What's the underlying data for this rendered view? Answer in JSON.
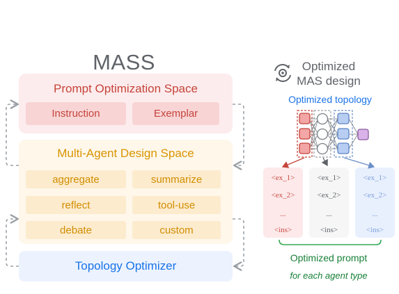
{
  "mass": {
    "title": "MASS",
    "prompt_space": {
      "title": "Prompt Optimization Space",
      "items": [
        "Instruction",
        "Exemplar"
      ]
    },
    "agent_space": {
      "title": "Multi-Agent Design Space",
      "items": [
        "aggregate",
        "summarize",
        "reflect",
        "tool-use",
        "debate",
        "custom"
      ]
    },
    "topology_optimizer": {
      "title": "Topology Optimizer"
    }
  },
  "optimized": {
    "title_line1": "Optimized",
    "title_line2": "MAS design",
    "topology_label": "Optimized topology",
    "columns": [
      {
        "lines": [
          "<ex_1>",
          "<ex_2>",
          "...",
          "<ins>"
        ]
      },
      {
        "lines": [
          "<ex_1>",
          "<ex_2>",
          "...",
          "<ins>"
        ]
      },
      {
        "lines": [
          "<ex_1>",
          "<ex_2>",
          "...",
          "<ins>"
        ]
      }
    ],
    "prompt_label": "Optimized prompt",
    "agent_type_label": "for each agent type"
  },
  "colors": {
    "red": "#c5443b",
    "orange": "#d99400",
    "blue": "#1a73e8",
    "green": "#188038",
    "gray": "#5f6368"
  },
  "icons": [
    "gear-refresh-icon"
  ]
}
